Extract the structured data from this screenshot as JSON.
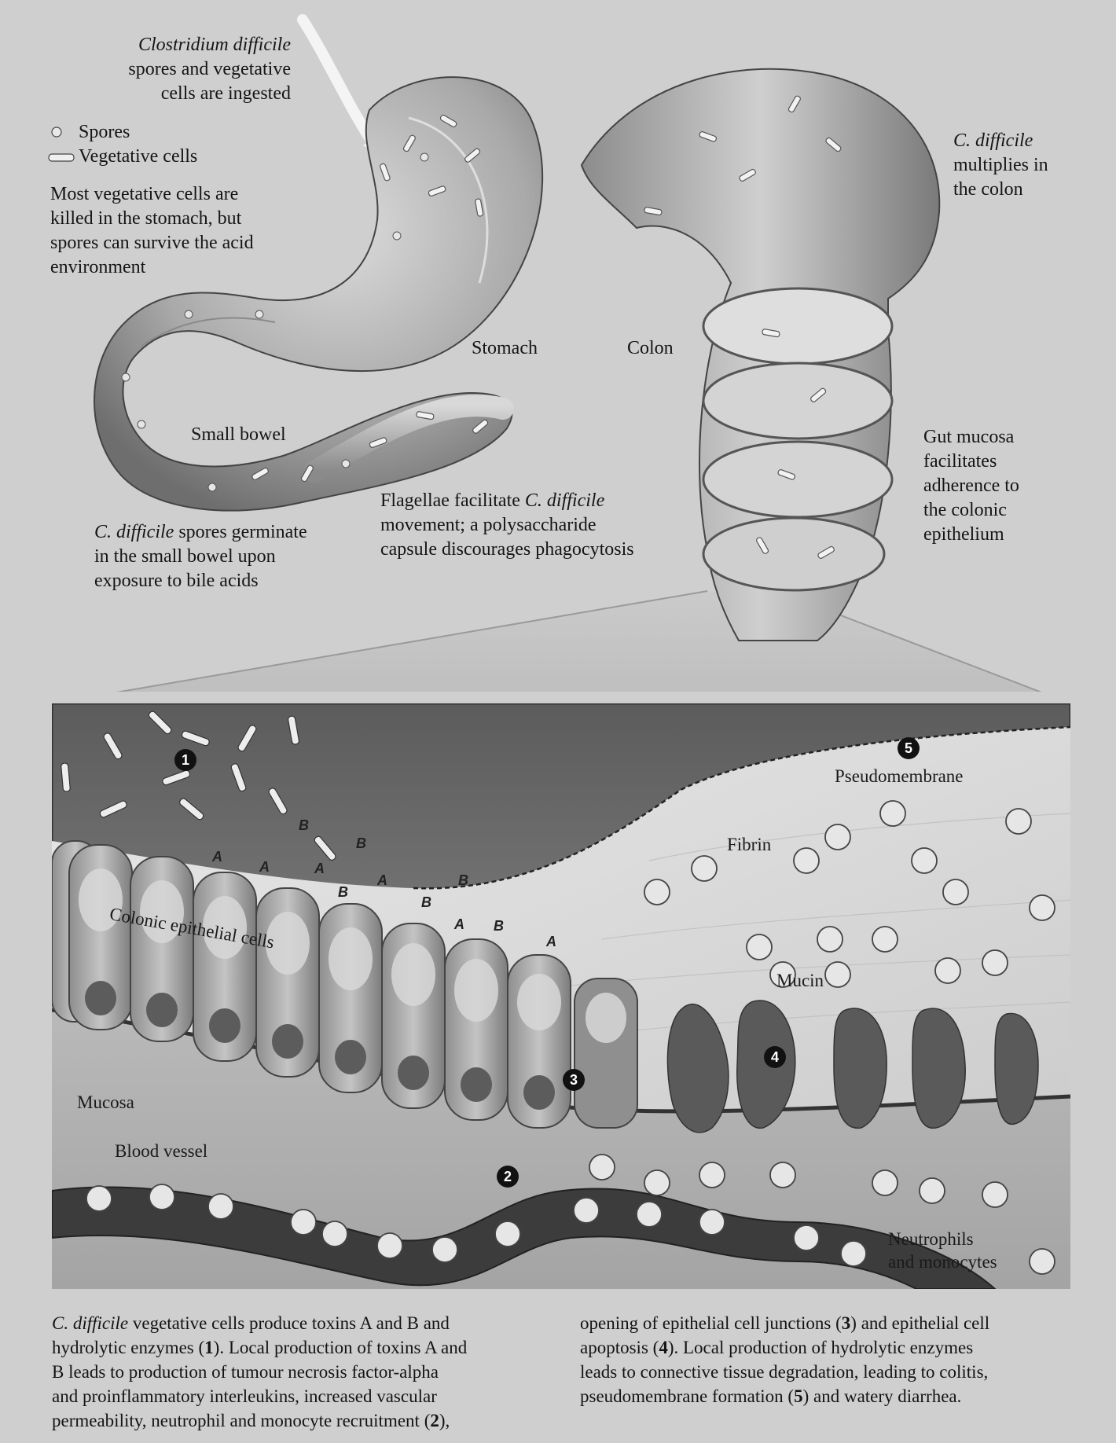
{
  "top": {
    "ingest_label": {
      "italic": "Clostridium difficile",
      "rest_line1": "spores and vegetative",
      "rest_line2": "cells are ingested"
    },
    "legend": {
      "spores": "Spores",
      "vegetative": "Vegetative cells"
    },
    "stomach_note": [
      "Most vegetative cells are",
      "killed in the stomach, but",
      "spores can survive the acid",
      "environment"
    ],
    "stomach": "Stomach",
    "colon": "Colon",
    "small_bowel": "Small bowel",
    "multiplies": {
      "italic": "C. difficile",
      "line2": "multiplies in",
      "line3": "the colon"
    },
    "mucosa_note": [
      "Gut mucosa",
      "facilitates",
      "adherence to",
      "the colonic",
      "epithelium"
    ],
    "flagellae": {
      "pre": "Flagellae facilitate ",
      "italic": "C. difficile",
      "line2": "movement; a polysaccharide",
      "line3": "capsule discourages phagocytosis"
    },
    "germinate": {
      "italic": "C. difficile",
      "post": " spores germinate",
      "line2": "in the small bowel upon",
      "line3": "exposure to bile acids"
    }
  },
  "inset": {
    "pseudomembrane": "Pseudomembrane",
    "fibrin": "Fibrin",
    "epithelial": "Colonic epithelial cells",
    "mucin": "Mucin",
    "mucosa": "Mucosa",
    "blood_vessel": "Blood vessel",
    "neutrophils": [
      "Neutrophils",
      "and monocytes"
    ],
    "markers": [
      "1",
      "2",
      "3",
      "4",
      "5"
    ],
    "toxins": [
      "A",
      "A",
      "A",
      "B",
      "B",
      "A",
      "B",
      "B",
      "A",
      "B",
      "A",
      "B"
    ]
  },
  "caption": {
    "left": {
      "italic": "C. difficile",
      "l1": " vegetative cells produce toxins A and B and",
      "l2a": "hydrolytic enzymes (",
      "n1": "1",
      "l2b": "). Local production of toxins A and",
      "l3": "B leads to production of tumour necrosis factor-alpha",
      "l4": "and proinflammatory interleukins, increased vascular",
      "l5": "permeability, neutrophil and monocyte recruitment (",
      "n2": "2",
      "l5b": "),"
    },
    "right": {
      "l1a": "opening of epithelial cell junctions (",
      "n3": "3",
      "l1b": ") and epithelial cell",
      "l2a": "apoptosis (",
      "n4": "4",
      "l2b": "). Local production of hydrolytic enzymes",
      "l3": "leads to connective tissue degradation, leading to colitis,",
      "l4a": "pseudomembrane formation (",
      "n5": "5",
      "l4b": ") and watery diarrhea."
    }
  }
}
